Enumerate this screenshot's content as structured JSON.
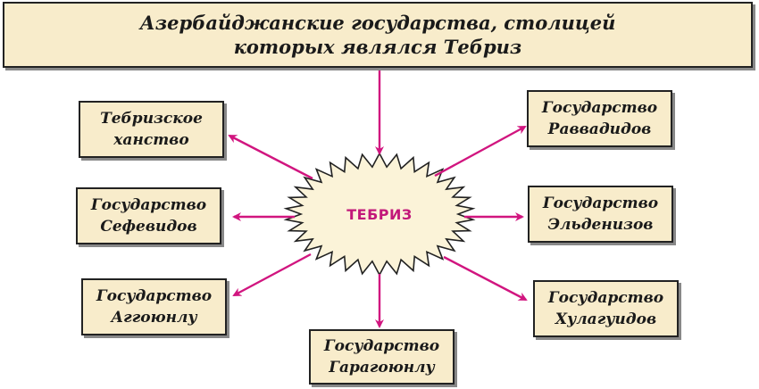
{
  "title": {
    "line1": "Азербайджанские государства, столицей",
    "line2": "которых являлся Тебриз"
  },
  "center": {
    "label": "ТЕБРИЗ"
  },
  "states": {
    "tabriz_khanate": {
      "line1": "Тебризское",
      "line2": "ханство"
    },
    "safavids": {
      "line1": "Государство",
      "line2": "Сефевидов"
    },
    "aggoyunlu": {
      "line1": "Государство",
      "line2": "Аггоюнлу"
    },
    "garagoyunlu": {
      "line1": "Государство",
      "line2": "Гарагоюнлу"
    },
    "ravvadids": {
      "line1": "Государство",
      "line2": "Раввадидов"
    },
    "eldeniz": {
      "line1": "Государство",
      "line2": "Эльденизов"
    },
    "hulaguids": {
      "line1": "Государство",
      "line2": "Хулагуидов"
    }
  },
  "colors": {
    "arrow": "#d1157f",
    "box_fill": "#f8eccb",
    "starburst_fill": "#fbf3d8",
    "center_text": "#c2187a"
  }
}
